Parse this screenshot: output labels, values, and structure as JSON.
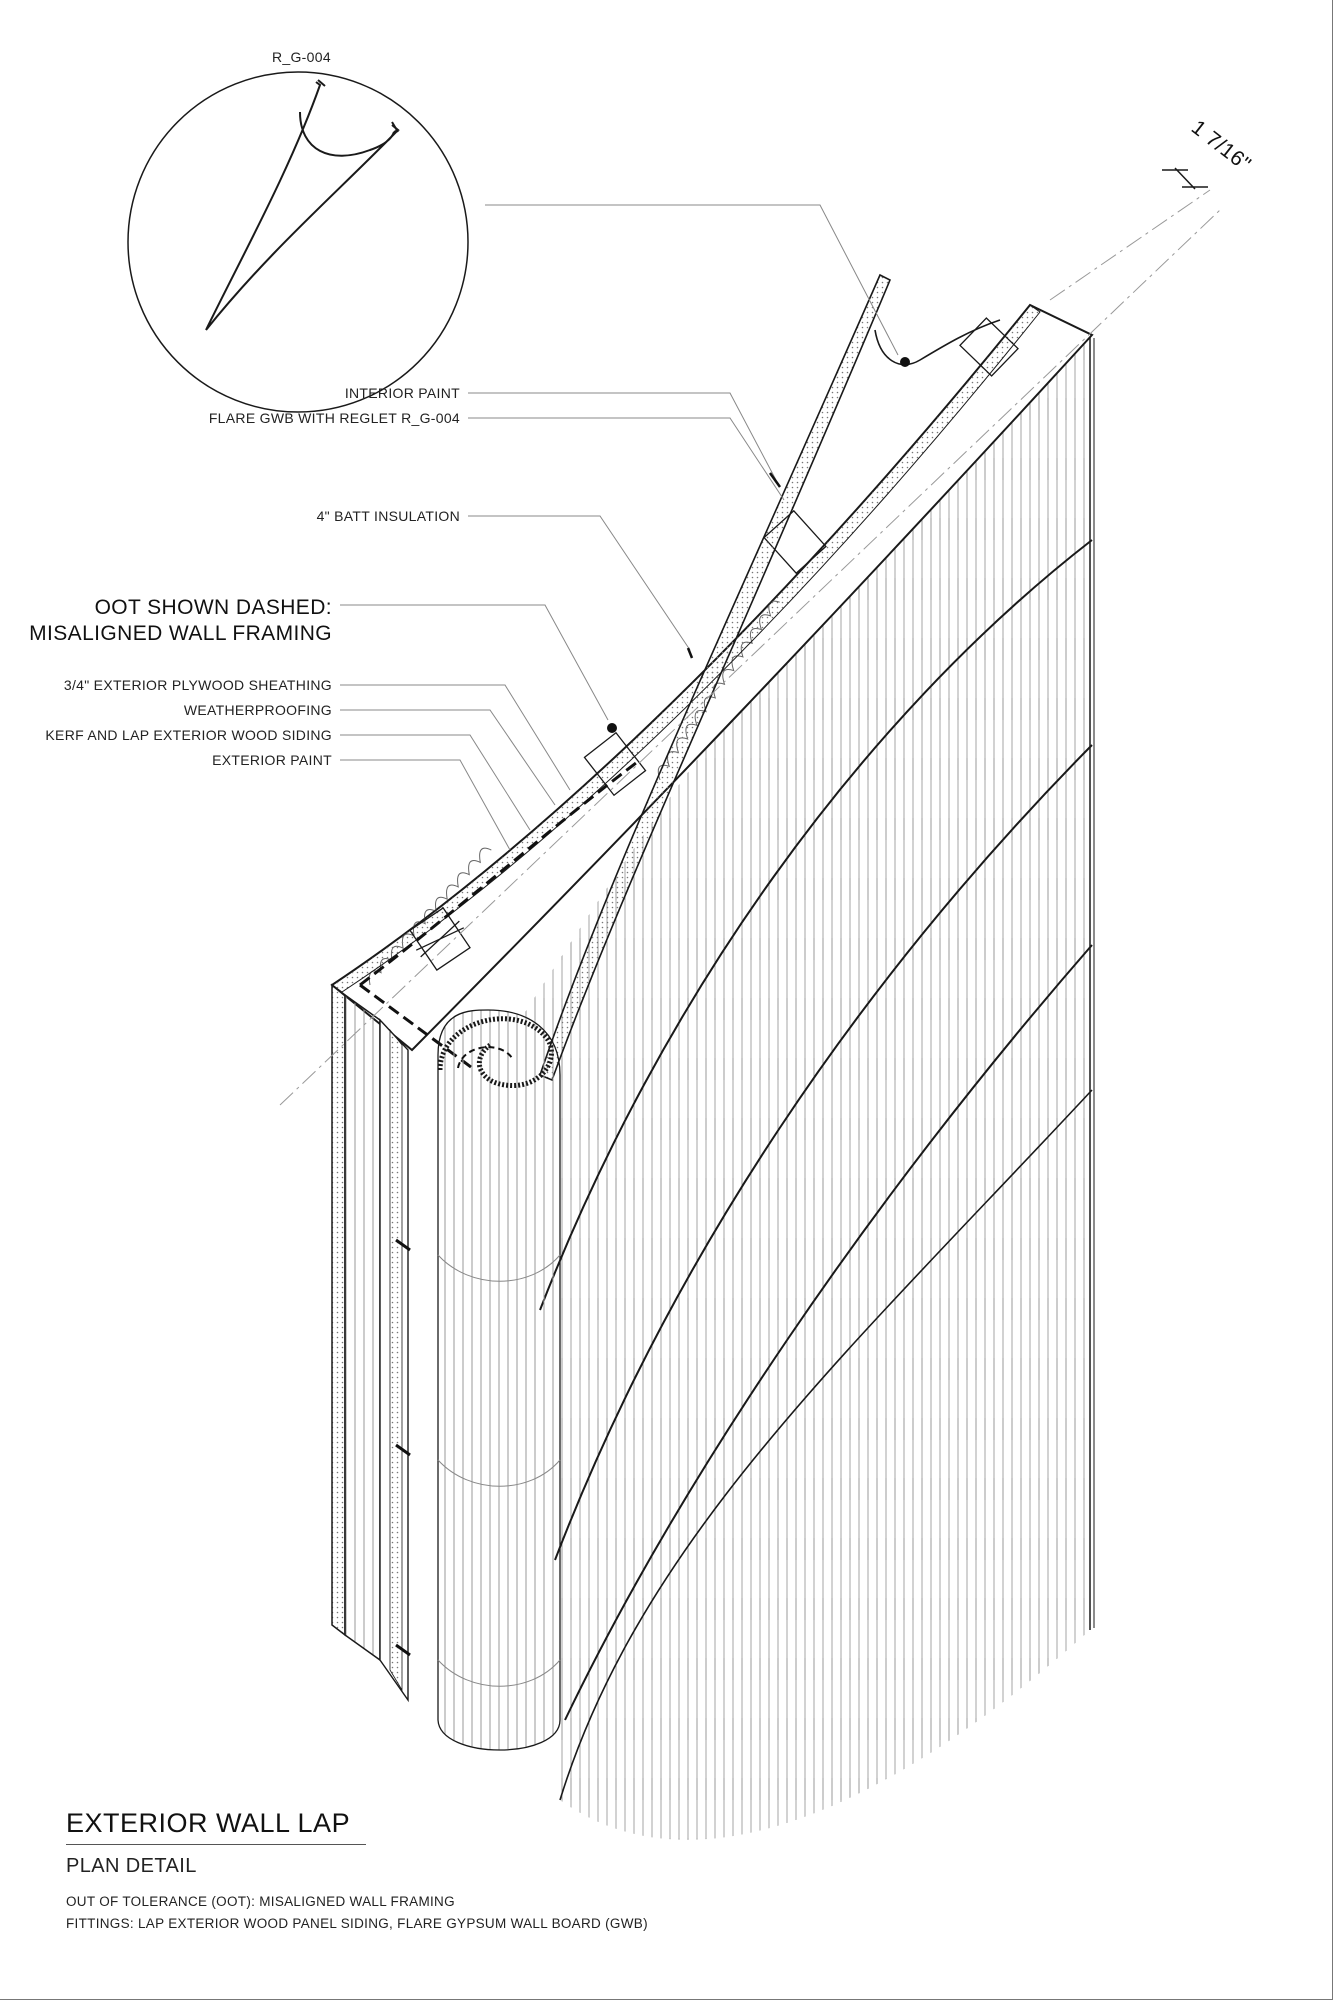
{
  "callouts": {
    "detail_ref": "R_G-004",
    "dimension": "1 7/16\"",
    "interior_paint": "INTERIOR PAINT",
    "flare_gwb": "FLARE GWB WITH REGLET R_G-004",
    "batt_insulation": "4\" BATT INSULATION",
    "oot_line1": "OOT SHOWN DASHED:",
    "oot_line2": "MISALIGNED WALL FRAMING",
    "plywood": "3/4\" EXTERIOR PLYWOOD SHEATHING",
    "weatherproofing": "WEATHERPROOFING",
    "siding": "KERF AND LAP EXTERIOR WOOD SIDING",
    "exterior_paint": "EXTERIOR PAINT"
  },
  "title_block": {
    "title": "EXTERIOR WALL LAP",
    "subtitle": "PLAN DETAIL",
    "note_oot": "OUT OF TOLERANCE (OOT): MISALIGNED WALL FRAMING",
    "note_fittings": "FITTINGS: LAP EXTERIOR WOOD PANEL SIDING, FLARE GYPSUM WALL BOARD (GWB)"
  },
  "colors": {
    "line": "#1a1a1a",
    "leader": "#888888",
    "hatch": "#9a9a9a"
  }
}
